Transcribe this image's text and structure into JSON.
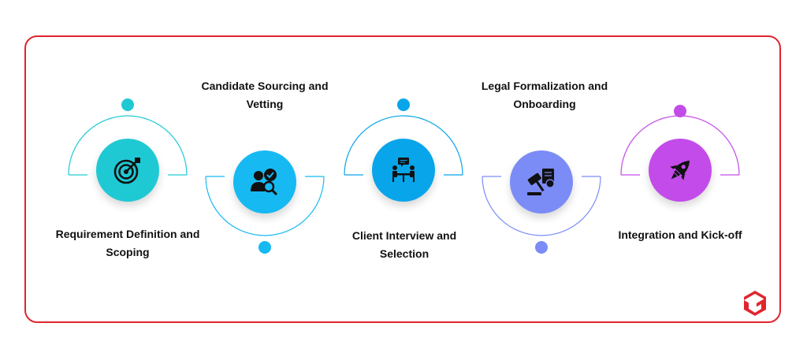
{
  "colors": {
    "frame": "#e0252f",
    "step1": "#1fc9d4",
    "step2": "#17b9f2",
    "step3": "#08a5ea",
    "step4": "#7b8cf6",
    "step5": "#c34be9"
  },
  "steps": [
    {
      "label": "Requirement Definition and Scoping",
      "icon": "target-icon"
    },
    {
      "label": "Candidate Sourcing and Vetting",
      "icon": "candidate-search-icon"
    },
    {
      "label": "Client Interview and Selection",
      "icon": "interview-icon"
    },
    {
      "label": "Legal Formalization and Onboarding",
      "icon": "legal-gavel-icon"
    },
    {
      "label": "Integration and Kick-off",
      "icon": "rocket-icon"
    }
  ]
}
